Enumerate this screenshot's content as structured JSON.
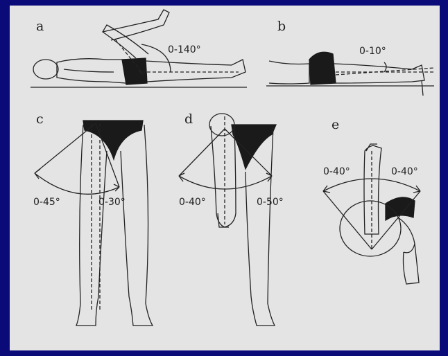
{
  "figure": {
    "panels": [
      {
        "letter": "a",
        "angle": "0-140°",
        "pose": "supine hip flexion",
        "icon": "hip-flexion-figure"
      },
      {
        "letter": "b",
        "angle": "0-10°",
        "pose": "prone hip extension",
        "icon": "hip-extension-figure"
      },
      {
        "letter": "c",
        "angles": [
          "0-45°",
          "0-30°"
        ],
        "pose": "hip abduction / adduction",
        "icon": "abduction-adduction-figure"
      },
      {
        "letter": "d",
        "angles": [
          "0-40°",
          "0-50°"
        ],
        "pose": "hip rotation in flexion",
        "icon": "rotation-flexed-figure"
      },
      {
        "letter": "e",
        "angles": [
          "0-40°",
          "0-40°"
        ],
        "pose": "hip rotation prone",
        "icon": "rotation-prone-figure"
      }
    ]
  },
  "colors": {
    "background": "#0a0a78",
    "figure_bg": "#e4e4e4",
    "ink": "#222222",
    "garment": "#1a1a1a"
  }
}
